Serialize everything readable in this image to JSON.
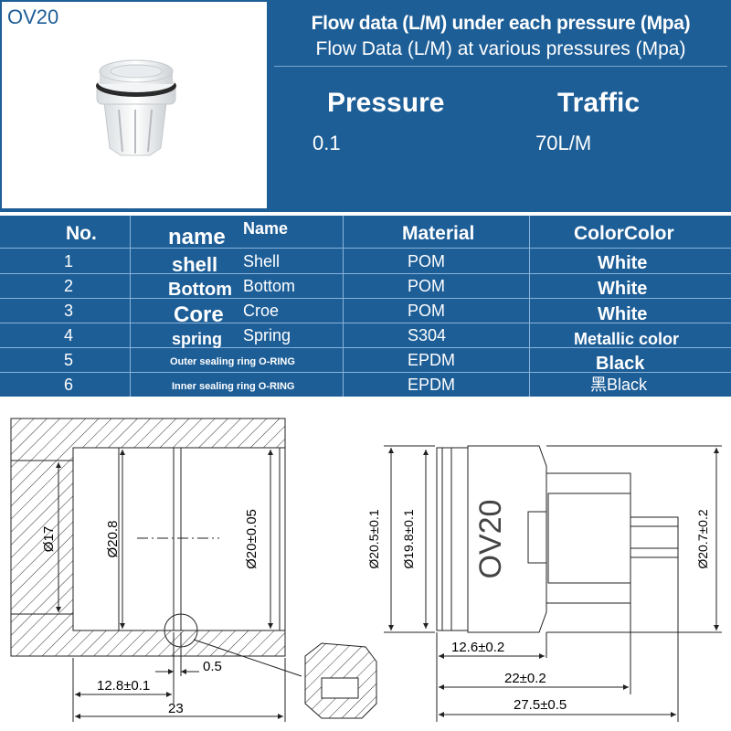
{
  "product": {
    "model": "OV20"
  },
  "flow": {
    "title": "Flow data (L/M) under each pressure (Mpa)",
    "title_en": "Flow Data (L/M) at various pressures (Mpa)",
    "header_pressure": "Pressure",
    "header_traffic": "Traffic",
    "pressure_value": "0.1",
    "traffic_value": "70L/M"
  },
  "table": {
    "headers": {
      "no": "No.",
      "name": "Name",
      "name_alt": "name",
      "material": "Material",
      "color": "ColorColor"
    },
    "rows": [
      {
        "no": "1",
        "name_overlay": "shell",
        "name": "Shell",
        "material": "POM",
        "color": "White"
      },
      {
        "no": "2",
        "name_overlay": "Bottom",
        "name": "Bottom",
        "material": "POM",
        "color": "White"
      },
      {
        "no": "3",
        "name_overlay": "Core",
        "name": "Croe",
        "material": "POM",
        "color": "White"
      },
      {
        "no": "4",
        "name_overlay": "spring",
        "name": "Spring",
        "material": "S304",
        "color": "Metallic color"
      },
      {
        "no": "5",
        "name_overlay": "Outer sealing ring O-RING",
        "name": "",
        "material": "EPDM",
        "color": "Black"
      },
      {
        "no": "6",
        "name_overlay": "Inner sealing ring O-RING",
        "name": "",
        "material": "EPDM",
        "color": "黑Black"
      }
    ]
  },
  "drawing": {
    "left": {
      "dia_17": "Ø17",
      "dia_20_8": "Ø20.8",
      "dia_20_05": "Ø20±0.05",
      "dim_0_5": "0.5",
      "dim_12_8": "12.8±0.1",
      "dim_23": "23"
    },
    "right": {
      "label": "OV20",
      "dia_20_5": "Ø20.5±0.1",
      "dia_19_8": "Ø19.8±0.1",
      "dia_20_7": "Ø20.7±0.2",
      "dim_12_6": "12.6±0.2",
      "dim_22": "22±0.2",
      "dim_27_5": "27.5±0.5"
    }
  }
}
